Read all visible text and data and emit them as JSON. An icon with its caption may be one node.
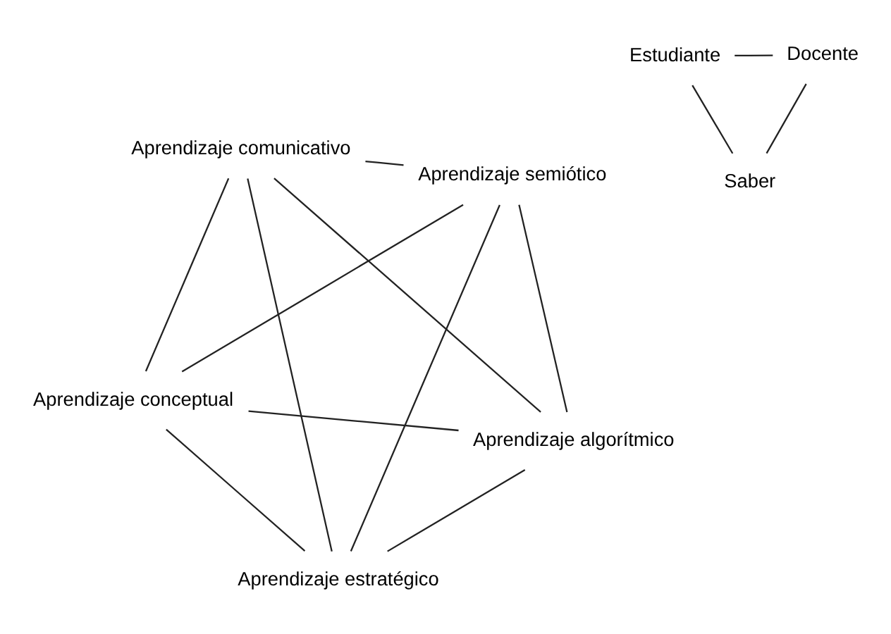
{
  "diagram": {
    "nodes": [
      {
        "text": [
          "Estudiante"
        ]
      },
      {
        "text": [
          "Aprendizaje conceptual"
        ]
      },
      {
        "text": [
          "Aprendizaje algorítmico"
        ]
      },
      {
        "text": [
          "Aprendizaje estratégico"
        ]
      },
      {
        "text": [
          "Aprendizaje comunicativo"
        ]
      },
      {
        "text": [
          "Aprendizaje semiótico"
        ]
      },
      {
        "text": [
          "Docente"
        ]
      },
      {
        "text": [
          "Saber"
        ]
      }
    ],
    "edges": [
      {
        "from": 0,
        "to": 6,
        "arrow": "none"
      },
      {
        "from": 0,
        "to": 7,
        "arrow": "none"
      },
      {
        "from": 6,
        "to": 7,
        "arrow": "none"
      },
      {
        "from": 1,
        "to": 3,
        "arrow": "none"
      },
      {
        "from": 3,
        "to": 5,
        "arrow": "none"
      },
      {
        "from": 5,
        "to": 4,
        "arrow": "none"
      },
      {
        "from": 4,
        "to": 2,
        "arrow": "none"
      },
      {
        "from": 2,
        "to": 1,
        "arrow": "none"
      },
      {
        "from": 1,
        "to": 5,
        "arrow": "none"
      },
      {
        "from": 1,
        "to": 4,
        "arrow": "none"
      },
      {
        "from": 2,
        "to": 3,
        "arrow": "none"
      },
      {
        "from": 2,
        "to": 5,
        "arrow": "none"
      },
      {
        "from": 3,
        "to": 4,
        "arrow": "none"
      }
    ]
  }
}
